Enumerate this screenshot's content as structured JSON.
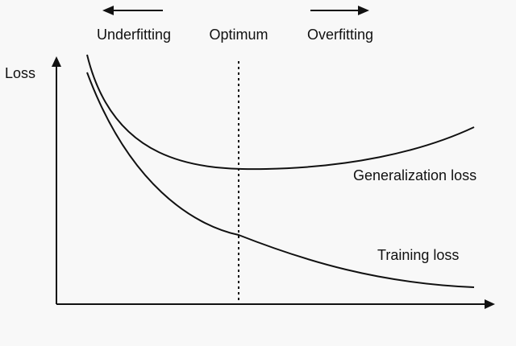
{
  "labels": {
    "underfitting": "Underfitting",
    "optimum": "Optimum",
    "overfitting": "Overfitting",
    "y_axis": "Loss",
    "generalization": "Generalization loss",
    "training": "Training loss"
  },
  "colors": {
    "background": "#f8f8f8",
    "ink": "#111111"
  },
  "icons": {
    "left_arrow": "arrow-left-icon",
    "right_arrow": "arrow-right-icon"
  }
}
